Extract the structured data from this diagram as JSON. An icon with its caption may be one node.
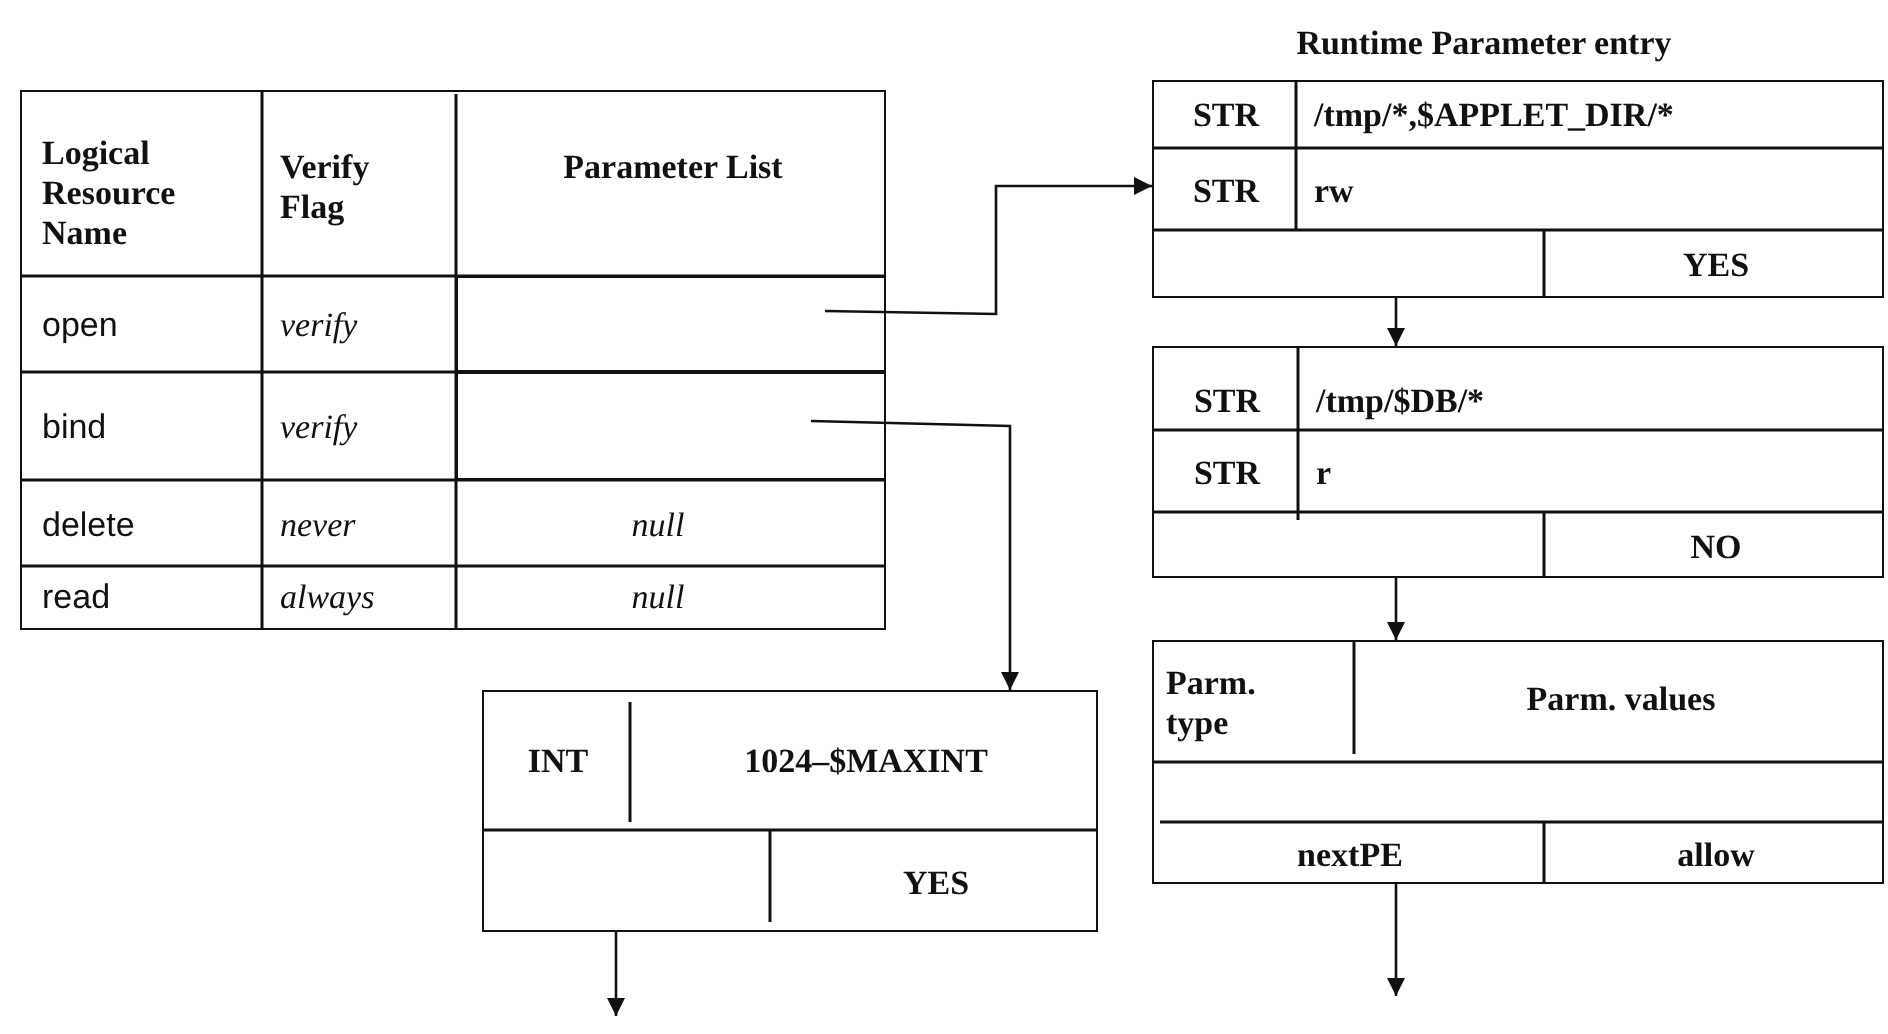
{
  "diagram": {
    "nodes": [
      {
        "text": [
          "Logical Resource Name",
          "Verify Flag",
          "Parameter List",
          "open",
          "verify",
          "bind",
          "verify",
          "delete",
          "never",
          "null",
          "read",
          "always",
          "null"
        ]
      },
      {
        "text": [],
        "shape": "box",
        "in": 0
      },
      {
        "text": [],
        "shape": "box",
        "in": 0
      },
      {
        "text": [
          "Runtime Parameter entry",
          "STR",
          "/tmp/*,$APPLET_DIR/*",
          "STR",
          "rw",
          "YES"
        ]
      },
      {
        "text": [
          "STR",
          "/tmp/$DB/*",
          "STR",
          "r",
          "NO"
        ]
      },
      {
        "text": [
          "Parm. type",
          "Parm. values",
          "nextPE",
          "allow"
        ]
      },
      {
        "text": [
          "INT",
          "1024–$MAXINT",
          "YES"
        ]
      }
    ],
    "edges": [
      {
        "from": 1,
        "to": 3,
        "arrow": "to"
      },
      {
        "from": 2,
        "to": 6,
        "arrow": "to"
      },
      {
        "from": 3,
        "to": 4,
        "arrow": "to"
      },
      {
        "from": 4,
        "to": 5,
        "arrow": "to"
      },
      {
        "from": 5,
        "to": null,
        "arrow": "to"
      },
      {
        "from": 6,
        "to": null,
        "arrow": "to"
      }
    ]
  }
}
